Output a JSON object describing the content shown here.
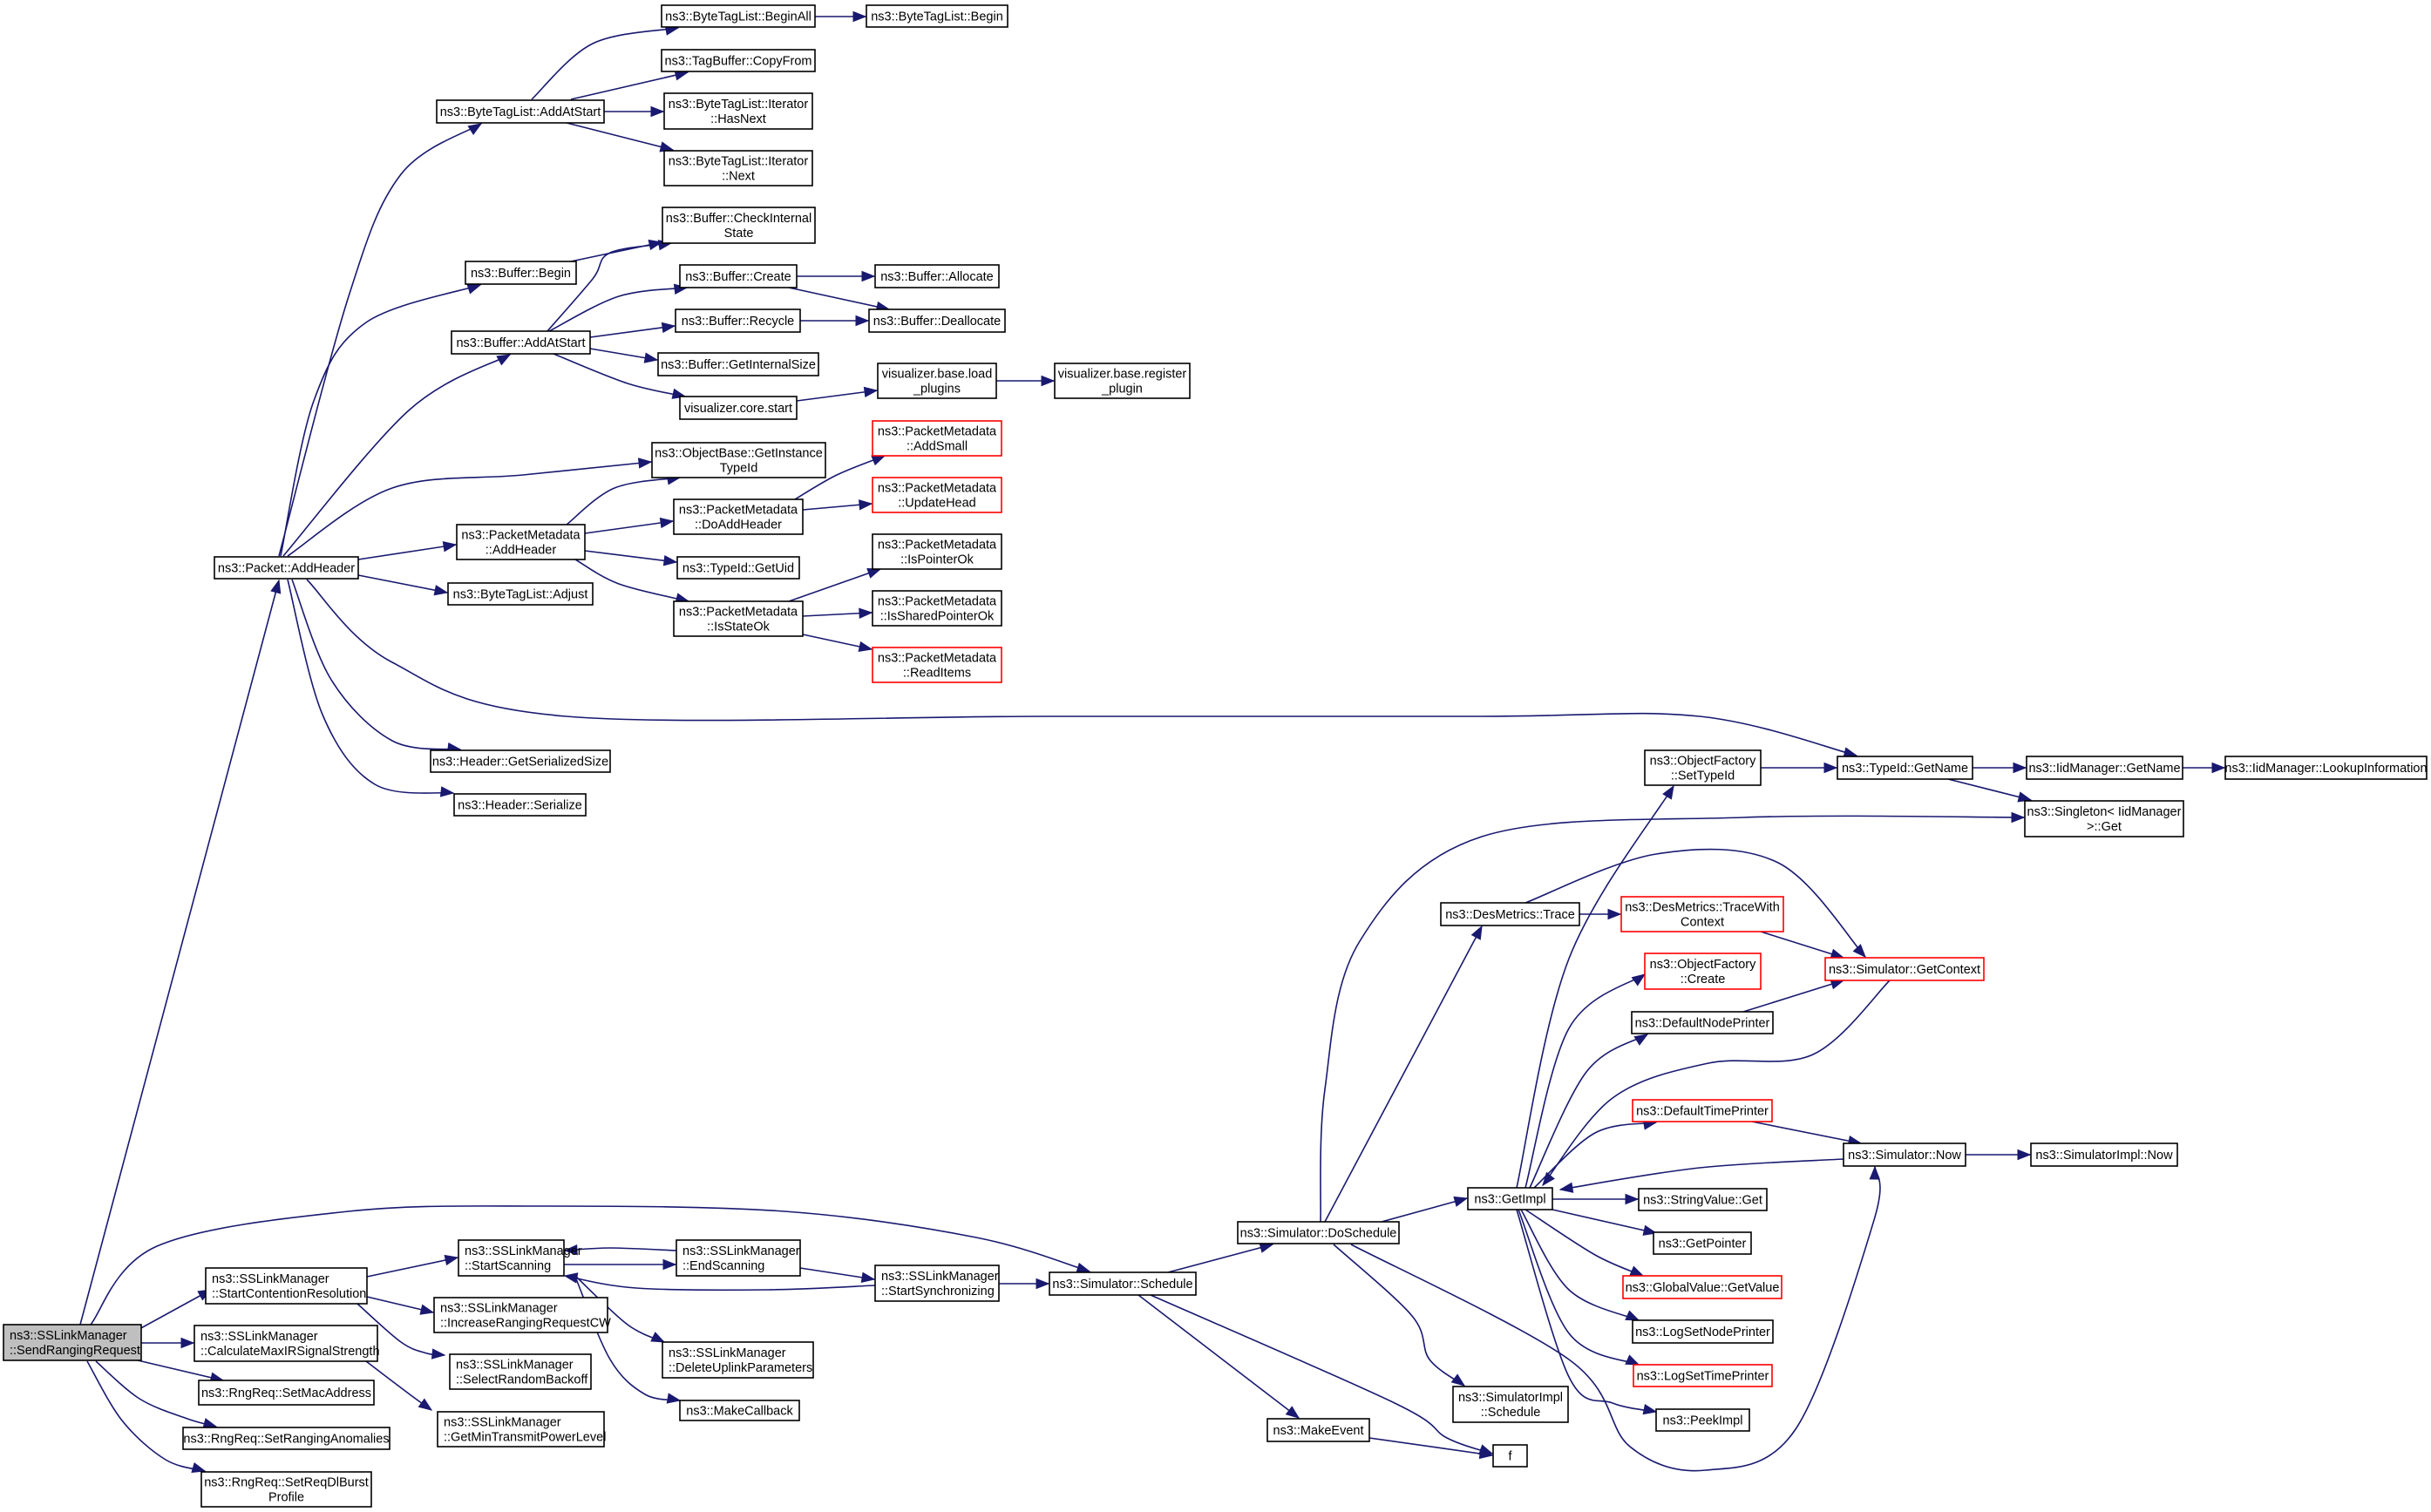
{
  "title": "ns3::SSLinkManager::SendRangingRequest call graph",
  "colors": {
    "edge": "#191970",
    "root_fill": "#bfbfbf",
    "node_border": "#000000",
    "missing_border": "#ff0000"
  },
  "nodes": [
    {
      "id": "root",
      "lines": [
        "ns3::SSLinkManager",
        "::SendRangingRequest"
      ],
      "style": "root"
    },
    {
      "id": "pkt_addheader",
      "lines": [
        "ns3::Packet::AddHeader"
      ],
      "style": "normal"
    },
    {
      "id": "btl_addatstart",
      "lines": [
        "ns3::ByteTagList::AddAtStart"
      ],
      "style": "normal"
    },
    {
      "id": "btl_beginall",
      "lines": [
        "ns3::ByteTagList::BeginAll"
      ],
      "style": "normal"
    },
    {
      "id": "btl_begin",
      "lines": [
        "ns3::ByteTagList::Begin"
      ],
      "style": "normal"
    },
    {
      "id": "tagbuf_copyfrom",
      "lines": [
        "ns3::TagBuffer::CopyFrom"
      ],
      "style": "normal"
    },
    {
      "id": "btl_it_hasnext",
      "lines": [
        "ns3::ByteTagList::Iterator",
        "::HasNext"
      ],
      "style": "normal"
    },
    {
      "id": "btl_it_next",
      "lines": [
        "ns3::ByteTagList::Iterator",
        "::Next"
      ],
      "style": "normal"
    },
    {
      "id": "buf_checkinternal",
      "lines": [
        "ns3::Buffer::CheckInternal",
        "State"
      ],
      "style": "normal"
    },
    {
      "id": "buf_begin",
      "lines": [
        "ns3::Buffer::Begin"
      ],
      "style": "normal"
    },
    {
      "id": "buf_create",
      "lines": [
        "ns3::Buffer::Create"
      ],
      "style": "normal"
    },
    {
      "id": "buf_allocate",
      "lines": [
        "ns3::Buffer::Allocate"
      ],
      "style": "normal"
    },
    {
      "id": "buf_addatstart",
      "lines": [
        "ns3::Buffer::AddAtStart"
      ],
      "style": "normal"
    },
    {
      "id": "buf_recycle",
      "lines": [
        "ns3::Buffer::Recycle"
      ],
      "style": "normal"
    },
    {
      "id": "buf_deallocate",
      "lines": [
        "ns3::Buffer::Deallocate"
      ],
      "style": "normal"
    },
    {
      "id": "buf_getinternalsize",
      "lines": [
        "ns3::Buffer::GetInternalSize"
      ],
      "style": "normal"
    },
    {
      "id": "viz_core_start",
      "lines": [
        "visualizer.core.start"
      ],
      "style": "normal"
    },
    {
      "id": "viz_load_plugins",
      "lines": [
        "visualizer.base.load",
        "_plugins"
      ],
      "style": "normal"
    },
    {
      "id": "viz_register_plugin",
      "lines": [
        "visualizer.base.register",
        "_plugin"
      ],
      "style": "normal"
    },
    {
      "id": "objbase_getinstancetypeid",
      "lines": [
        "ns3::ObjectBase::GetInstance",
        "TypeId"
      ],
      "style": "normal"
    },
    {
      "id": "pm_addsmall",
      "lines": [
        "ns3::PacketMetadata",
        "::AddSmall"
      ],
      "style": "missing"
    },
    {
      "id": "pm_addheader",
      "lines": [
        "ns3::PacketMetadata",
        "::AddHeader"
      ],
      "style": "normal"
    },
    {
      "id": "pm_doaddheader",
      "lines": [
        "ns3::PacketMetadata",
        "::DoAddHeader"
      ],
      "style": "normal"
    },
    {
      "id": "pm_updatehead",
      "lines": [
        "ns3::PacketMetadata",
        "::UpdateHead"
      ],
      "style": "missing"
    },
    {
      "id": "typeid_getuid",
      "lines": [
        "ns3::TypeId::GetUid"
      ],
      "style": "normal"
    },
    {
      "id": "btl_adjust",
      "lines": [
        "ns3::ByteTagList::Adjust"
      ],
      "style": "normal"
    },
    {
      "id": "pm_ispointerok",
      "lines": [
        "ns3::PacketMetadata",
        "::IsPointerOk"
      ],
      "style": "normal"
    },
    {
      "id": "pm_isstateok",
      "lines": [
        "ns3::PacketMetadata",
        "::IsStateOk"
      ],
      "style": "normal"
    },
    {
      "id": "pm_issharedpointerok",
      "lines": [
        "ns3::PacketMetadata",
        "::IsSharedPointerOk"
      ],
      "style": "normal"
    },
    {
      "id": "pm_readitems",
      "lines": [
        "ns3::PacketMetadata",
        "::ReadItems"
      ],
      "style": "missing"
    },
    {
      "id": "hdr_getserializedsize",
      "lines": [
        "ns3::Header::GetSerializedSize"
      ],
      "style": "normal"
    },
    {
      "id": "hdr_serialize",
      "lines": [
        "ns3::Header::Serialize"
      ],
      "style": "normal"
    },
    {
      "id": "of_settypeid",
      "lines": [
        "ns3::ObjectFactory",
        "::SetTypeId"
      ],
      "style": "normal"
    },
    {
      "id": "typeid_getname",
      "lines": [
        "ns3::TypeId::GetName"
      ],
      "style": "normal"
    },
    {
      "id": "iid_getname",
      "lines": [
        "ns3::IidManager::GetName"
      ],
      "style": "normal"
    },
    {
      "id": "iid_lookupinfo",
      "lines": [
        "ns3::IidManager::LookupInformation"
      ],
      "style": "normal"
    },
    {
      "id": "singleton_get",
      "lines": [
        "ns3::Singleton< IidManager",
        ">::Get"
      ],
      "style": "normal"
    },
    {
      "id": "desmetrics_trace",
      "lines": [
        "ns3::DesMetrics::Trace"
      ],
      "style": "normal"
    },
    {
      "id": "desmetrics_tracewithcontext",
      "lines": [
        "ns3::DesMetrics::TraceWith",
        "Context"
      ],
      "style": "missing"
    },
    {
      "id": "of_create",
      "lines": [
        "ns3::ObjectFactory",
        "::Create"
      ],
      "style": "missing"
    },
    {
      "id": "sim_getcontext",
      "lines": [
        "ns3::Simulator::GetContext"
      ],
      "style": "missing"
    },
    {
      "id": "defaultnodeprinter",
      "lines": [
        "ns3::DefaultNodePrinter"
      ],
      "style": "normal"
    },
    {
      "id": "defaulttimeprinter",
      "lines": [
        "ns3::DefaultTimePrinter"
      ],
      "style": "missing"
    },
    {
      "id": "sim_now",
      "lines": [
        "ns3::Simulator::Now"
      ],
      "style": "normal"
    },
    {
      "id": "simimpl_now",
      "lines": [
        "ns3::SimulatorImpl::Now"
      ],
      "style": "normal"
    },
    {
      "id": "getimpl",
      "lines": [
        "ns3::GetImpl"
      ],
      "style": "normal"
    },
    {
      "id": "stringvalue_get",
      "lines": [
        "ns3::StringValue::Get"
      ],
      "style": "normal"
    },
    {
      "id": "sim_doschedule",
      "lines": [
        "ns3::Simulator::DoSchedule"
      ],
      "style": "normal"
    },
    {
      "id": "getpointer",
      "lines": [
        "ns3::GetPointer"
      ],
      "style": "normal"
    },
    {
      "id": "globalvalue_getvalue",
      "lines": [
        "ns3::GlobalValue::GetValue"
      ],
      "style": "missing"
    },
    {
      "id": "logsetnodeprinter",
      "lines": [
        "ns3::LogSetNodePrinter"
      ],
      "style": "normal"
    },
    {
      "id": "logsettimeprinter",
      "lines": [
        "ns3::LogSetTimePrinter"
      ],
      "style": "missing"
    },
    {
      "id": "peekimpl",
      "lines": [
        "ns3::PeekImpl"
      ],
      "style": "normal"
    },
    {
      "id": "simimpl_schedule",
      "lines": [
        "ns3::SimulatorImpl",
        "::Schedule"
      ],
      "style": "normal"
    },
    {
      "id": "makeevent",
      "lines": [
        "ns3::MakeEvent"
      ],
      "style": "normal"
    },
    {
      "id": "f",
      "lines": [
        "f"
      ],
      "style": "normal"
    },
    {
      "id": "sim_schedule",
      "lines": [
        "ns3::Simulator::Schedule"
      ],
      "style": "normal"
    },
    {
      "id": "sslm_startcontention",
      "lines": [
        "ns3::SSLinkManager",
        "::StartContentionResolution"
      ],
      "style": "normal"
    },
    {
      "id": "sslm_startscanning",
      "lines": [
        "ns3::SSLinkManager",
        "::StartScanning"
      ],
      "style": "normal"
    },
    {
      "id": "sslm_endscanning",
      "lines": [
        "ns3::SSLinkManager",
        "::EndScanning"
      ],
      "style": "normal"
    },
    {
      "id": "sslm_startsync",
      "lines": [
        "ns3::SSLinkManager",
        "::StartSynchronizing"
      ],
      "style": "normal"
    },
    {
      "id": "sslm_increasecw",
      "lines": [
        "ns3::SSLinkManager",
        "::IncreaseRangingRequestCW"
      ],
      "style": "normal"
    },
    {
      "id": "sslm_calcmaxir",
      "lines": [
        "ns3::SSLinkManager",
        "::CalculateMaxIRSignalStrength"
      ],
      "style": "normal"
    },
    {
      "id": "sslm_selectbackoff",
      "lines": [
        "ns3::SSLinkManager",
        "::SelectRandomBackoff"
      ],
      "style": "normal"
    },
    {
      "id": "sslm_deleteuplink",
      "lines": [
        "ns3::SSLinkManager",
        "::DeleteUplinkParameters"
      ],
      "style": "normal"
    },
    {
      "id": "rngreq_setmac",
      "lines": [
        "ns3::RngReq::SetMacAddress"
      ],
      "style": "normal"
    },
    {
      "id": "makecallback",
      "lines": [
        "ns3::MakeCallback"
      ],
      "style": "normal"
    },
    {
      "id": "rngreq_setanomalies",
      "lines": [
        "ns3::RngReq::SetRangingAnomalies"
      ],
      "style": "normal"
    },
    {
      "id": "sslm_getmintxpower",
      "lines": [
        "ns3::SSLinkManager",
        "::GetMinTransmitPowerLevel"
      ],
      "style": "normal"
    },
    {
      "id": "rngreq_setreqdlburst",
      "lines": [
        "ns3::RngReq::SetReqDlBurst",
        "Profile"
      ],
      "style": "normal"
    }
  ],
  "edges": [
    [
      "root",
      "pkt_addheader"
    ],
    [
      "root",
      "sim_schedule"
    ],
    [
      "root",
      "sslm_startcontention"
    ],
    [
      "root",
      "sslm_calcmaxir"
    ],
    [
      "root",
      "rngreq_setmac"
    ],
    [
      "root",
      "rngreq_setanomalies"
    ],
    [
      "root",
      "rngreq_setreqdlburst"
    ],
    [
      "pkt_addheader",
      "btl_addatstart"
    ],
    [
      "pkt_addheader",
      "buf_begin"
    ],
    [
      "pkt_addheader",
      "buf_addatstart"
    ],
    [
      "pkt_addheader",
      "objbase_getinstancetypeid"
    ],
    [
      "pkt_addheader",
      "pm_addheader"
    ],
    [
      "pkt_addheader",
      "btl_adjust"
    ],
    [
      "pkt_addheader",
      "typeid_getname"
    ],
    [
      "pkt_addheader",
      "hdr_getserializedsize"
    ],
    [
      "pkt_addheader",
      "hdr_serialize"
    ],
    [
      "btl_addatstart",
      "btl_beginall"
    ],
    [
      "btl_addatstart",
      "tagbuf_copyfrom"
    ],
    [
      "btl_addatstart",
      "btl_it_hasnext"
    ],
    [
      "btl_addatstart",
      "btl_it_next"
    ],
    [
      "btl_beginall",
      "btl_begin"
    ],
    [
      "buf_begin",
      "buf_checkinternal"
    ],
    [
      "buf_addatstart",
      "buf_checkinternal"
    ],
    [
      "buf_addatstart",
      "buf_create"
    ],
    [
      "buf_addatstart",
      "buf_recycle"
    ],
    [
      "buf_addatstart",
      "buf_getinternalsize"
    ],
    [
      "buf_addatstart",
      "viz_core_start"
    ],
    [
      "buf_create",
      "buf_allocate"
    ],
    [
      "buf_create",
      "buf_deallocate"
    ],
    [
      "buf_recycle",
      "buf_deallocate"
    ],
    [
      "viz_core_start",
      "viz_load_plugins"
    ],
    [
      "viz_load_plugins",
      "viz_register_plugin"
    ],
    [
      "pm_addheader",
      "objbase_getinstancetypeid"
    ],
    [
      "pm_addheader",
      "pm_doaddheader"
    ],
    [
      "pm_addheader",
      "typeid_getuid"
    ],
    [
      "pm_addheader",
      "pm_isstateok"
    ],
    [
      "pm_doaddheader",
      "pm_addsmall"
    ],
    [
      "pm_doaddheader",
      "pm_updatehead"
    ],
    [
      "pm_isstateok",
      "pm_ispointerok"
    ],
    [
      "pm_isstateok",
      "pm_issharedpointerok"
    ],
    [
      "pm_isstateok",
      "pm_readitems"
    ],
    [
      "typeid_getname",
      "iid_getname"
    ],
    [
      "typeid_getname",
      "singleton_get"
    ],
    [
      "iid_getname",
      "iid_lookupinfo"
    ],
    [
      "of_settypeid",
      "typeid_getname"
    ],
    [
      "sslm_startcontention",
      "sslm_startscanning"
    ],
    [
      "sslm_startcontention",
      "sslm_increasecw"
    ],
    [
      "sslm_startcontention",
      "sslm_selectbackoff"
    ],
    [
      "sslm_calcmaxir",
      "sslm_getmintxpower"
    ],
    [
      "sslm_startscanning",
      "sslm_endscanning"
    ],
    [
      "sslm_startscanning",
      "sslm_deleteuplink"
    ],
    [
      "sslm_startscanning",
      "makecallback"
    ],
    [
      "sslm_endscanning",
      "sslm_startscanning"
    ],
    [
      "sslm_endscanning",
      "sslm_startsync"
    ],
    [
      "sslm_startsync",
      "sslm_startscanning"
    ],
    [
      "sslm_startsync",
      "sim_schedule"
    ],
    [
      "sim_schedule",
      "sim_doschedule"
    ],
    [
      "sim_schedule",
      "makeevent"
    ],
    [
      "sim_schedule",
      "f"
    ],
    [
      "makeevent",
      "f"
    ],
    [
      "sim_doschedule",
      "getimpl"
    ],
    [
      "sim_doschedule",
      "desmetrics_trace"
    ],
    [
      "sim_doschedule",
      "singleton_get"
    ],
    [
      "sim_doschedule",
      "simimpl_schedule"
    ],
    [
      "sim_doschedule",
      "sim_now"
    ],
    [
      "desmetrics_trace",
      "desmetrics_tracewithcontext"
    ],
    [
      "desmetrics_trace",
      "sim_getcontext"
    ],
    [
      "desmetrics_tracewithcontext",
      "sim_getcontext"
    ],
    [
      "defaultnodeprinter",
      "sim_getcontext"
    ],
    [
      "sim_getcontext",
      "getimpl"
    ],
    [
      "defaulttimeprinter",
      "sim_now"
    ],
    [
      "sim_now",
      "simimpl_now"
    ],
    [
      "sim_now",
      "getimpl"
    ],
    [
      "getimpl",
      "of_settypeid"
    ],
    [
      "getimpl",
      "of_create"
    ],
    [
      "getimpl",
      "defaultnodeprinter"
    ],
    [
      "getimpl",
      "defaulttimeprinter"
    ],
    [
      "getimpl",
      "stringvalue_get"
    ],
    [
      "getimpl",
      "getpointer"
    ],
    [
      "getimpl",
      "globalvalue_getvalue"
    ],
    [
      "getimpl",
      "logsetnodeprinter"
    ],
    [
      "getimpl",
      "logsettimeprinter"
    ],
    [
      "getimpl",
      "peekimpl"
    ]
  ]
}
